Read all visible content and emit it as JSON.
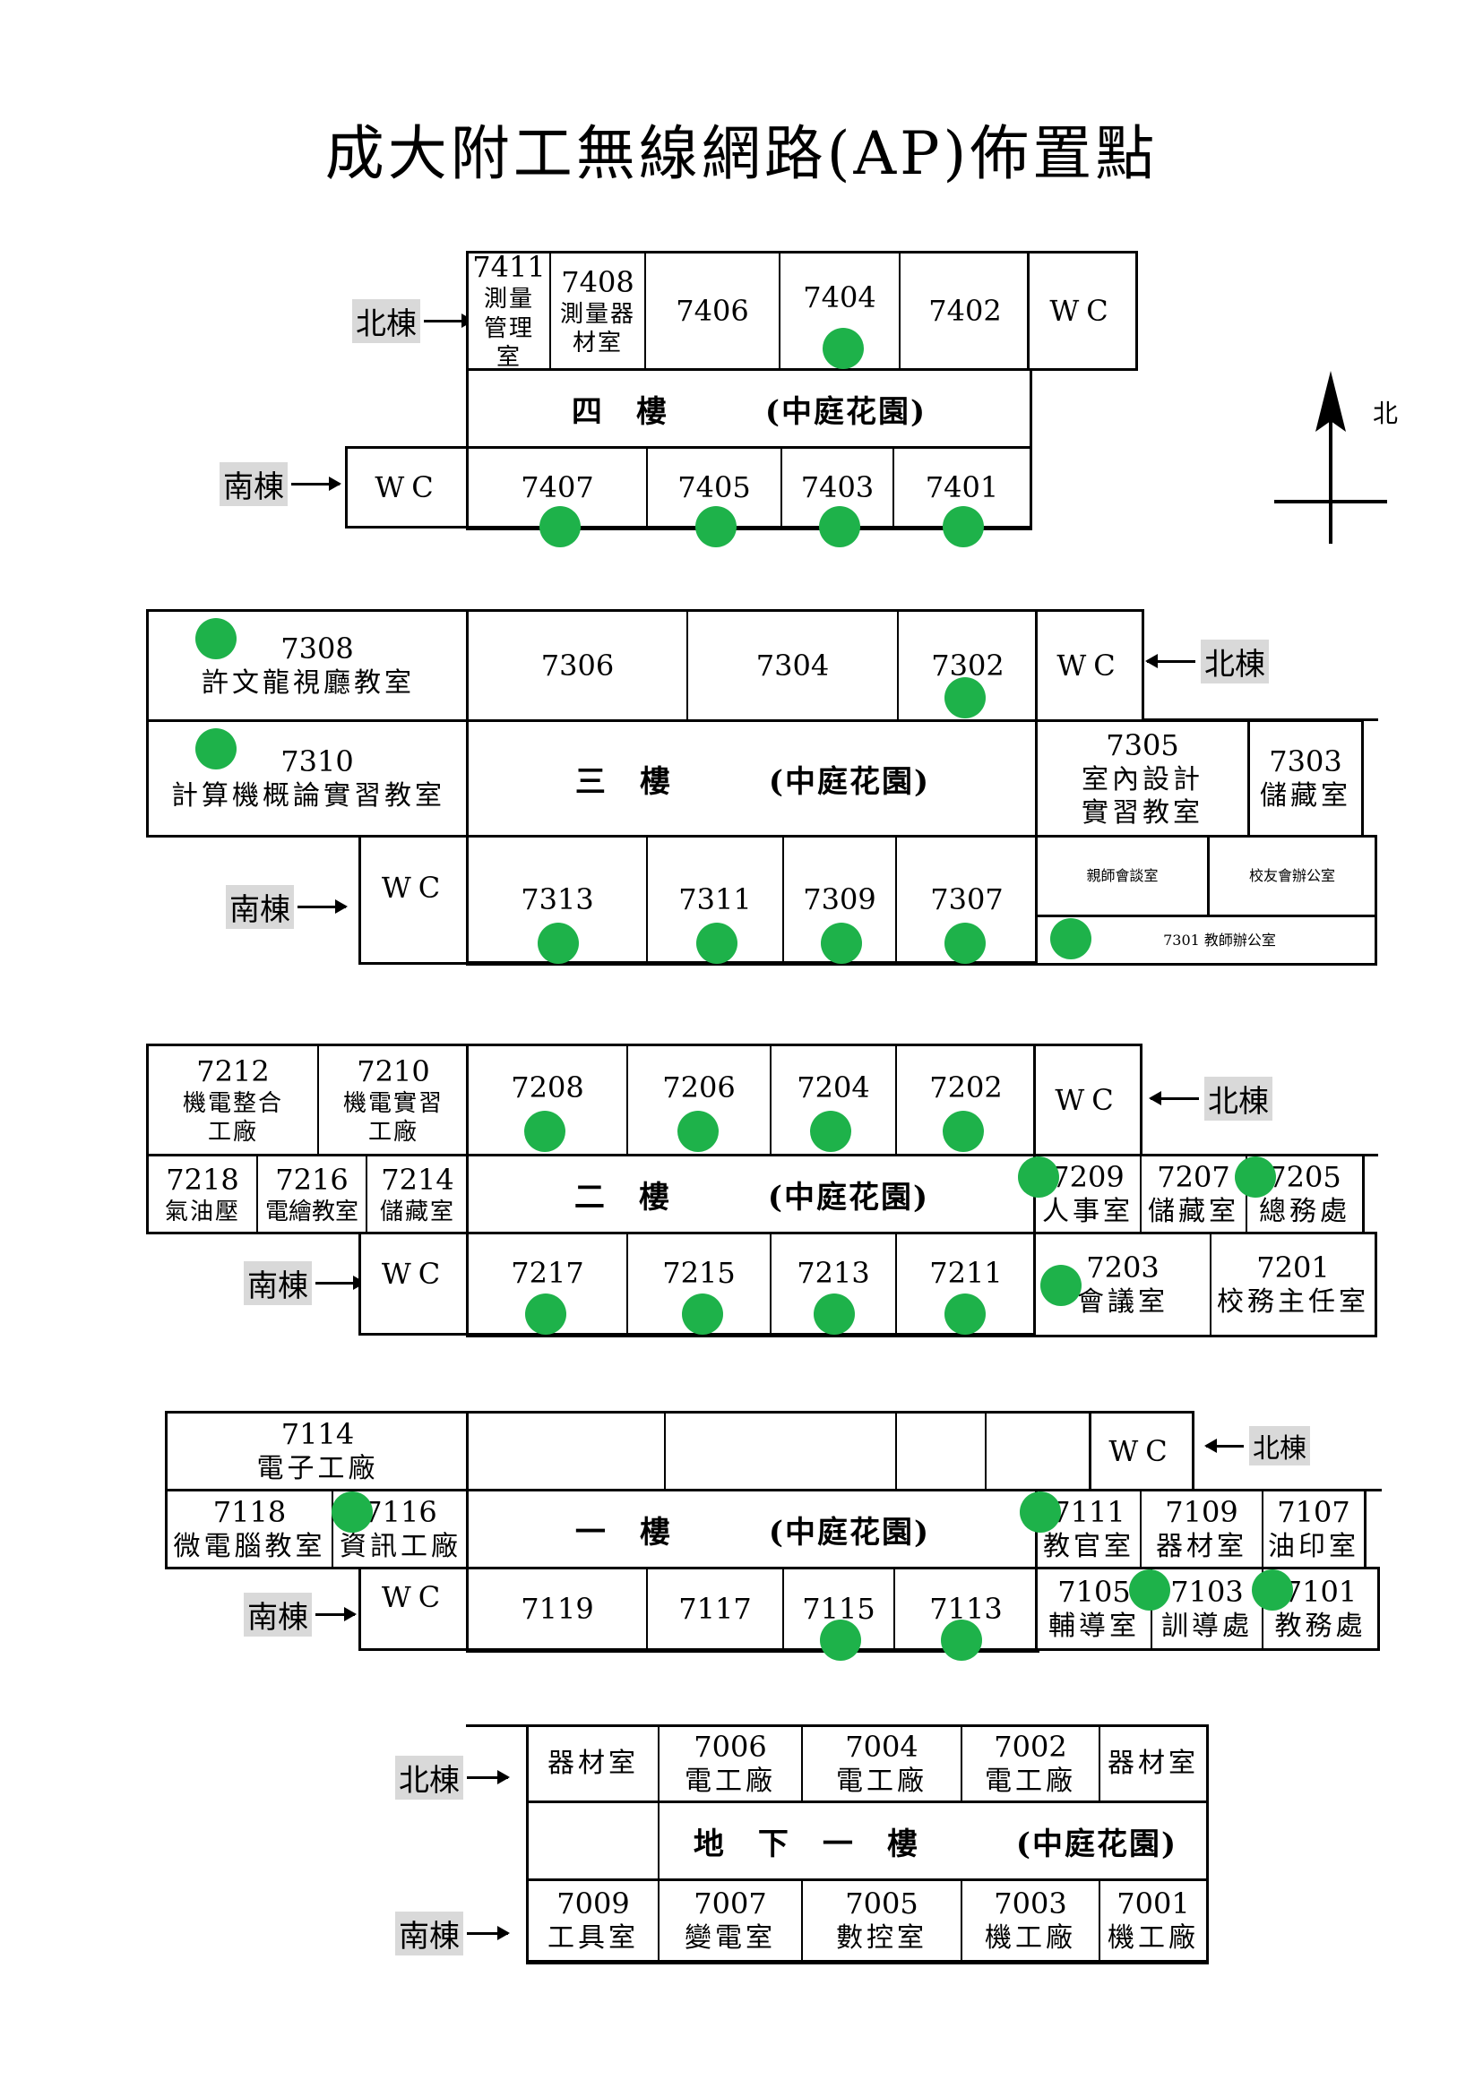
{
  "title": "成大附工無線網路(AP)佈置點",
  "compass": {
    "label": "北"
  },
  "wings": {
    "north": "北棟",
    "south": "南棟"
  },
  "ap_color": "#1eb24a",
  "wc": "WC",
  "floors": {
    "f4": {
      "label": "四　樓　　　(中庭花園)",
      "north": [
        {
          "num": "7411",
          "name": "測量管理室"
        },
        {
          "num": "7408",
          "name": "測量器材室"
        },
        {
          "num": "7406",
          "name": ""
        },
        {
          "num": "7404",
          "name": ""
        },
        {
          "num": "7402",
          "name": ""
        }
      ],
      "south": [
        {
          "num": "7407"
        },
        {
          "num": "7405"
        },
        {
          "num": "7403"
        },
        {
          "num": "7401"
        }
      ]
    },
    "f3": {
      "label": "三　樓　　　(中庭花園)",
      "r7308": {
        "num": "7308",
        "name": "許文龍視廳教室"
      },
      "r7310": {
        "num": "7310",
        "name": "計算機概論實習教室"
      },
      "north": [
        {
          "num": "7306"
        },
        {
          "num": "7304"
        },
        {
          "num": "7302"
        }
      ],
      "south": [
        {
          "num": "7313"
        },
        {
          "num": "7311"
        },
        {
          "num": "7309"
        },
        {
          "num": "7307"
        }
      ],
      "r7305": {
        "num": "7305",
        "name1": "室內設計",
        "name2": "實習教室"
      },
      "r7303": {
        "num": "7303",
        "name": "儲藏室"
      },
      "parent_room": "親師會談室",
      "alumni_office": "校友會辦公室",
      "r7301": "7301 教師辦公室"
    },
    "f2": {
      "label": "二　樓　　　(中庭花園)",
      "r7212": {
        "num": "7212",
        "name1": "機電整合",
        "name2": "工廠"
      },
      "r7210": {
        "num": "7210",
        "name1": "機電實習",
        "name2": "工廠"
      },
      "north": [
        {
          "num": "7208"
        },
        {
          "num": "7206"
        },
        {
          "num": "7204"
        },
        {
          "num": "7202"
        }
      ],
      "mid_left": [
        {
          "num": "7218",
          "name": "氣油壓"
        },
        {
          "num": "7216",
          "name": "電繪教室"
        },
        {
          "num": "7214",
          "name": "儲藏室"
        }
      ],
      "mid_right": [
        {
          "num": "7209",
          "name": "人事室"
        },
        {
          "num": "7207",
          "name": "儲藏室"
        },
        {
          "num": "7205",
          "name": "總務處"
        }
      ],
      "south": [
        {
          "num": "7217"
        },
        {
          "num": "7215"
        },
        {
          "num": "7213"
        },
        {
          "num": "7211"
        }
      ],
      "south_right": [
        {
          "num": "7203",
          "name": "會議室"
        },
        {
          "num": "7201",
          "name": "校務主任室"
        }
      ]
    },
    "f1": {
      "label": "一　樓　　　(中庭花園)",
      "r7114": {
        "num": "7114",
        "name": "電子工廠"
      },
      "mid_left": [
        {
          "num": "7118",
          "name": "微電腦教室"
        },
        {
          "num": "7116",
          "name": "資訊工廠"
        }
      ],
      "mid_right": [
        {
          "num": "7111",
          "name": "教官室"
        },
        {
          "num": "7109",
          "name": "器材室"
        },
        {
          "num": "7107",
          "name": "油印室"
        }
      ],
      "south": [
        {
          "num": "7119"
        },
        {
          "num": "7117"
        },
        {
          "num": "7115"
        },
        {
          "num": "7113"
        }
      ],
      "south_right": [
        {
          "num": "7105",
          "name": "輔導室"
        },
        {
          "num": "7103",
          "name": "訓導處"
        },
        {
          "num": "7101",
          "name": "教務處"
        }
      ]
    },
    "b1": {
      "label": "地　下　一　樓　　　(中庭花園)",
      "north": [
        {
          "num": "",
          "name": "器材室"
        },
        {
          "num": "7006",
          "name": "電工廠"
        },
        {
          "num": "7004",
          "name": "電工廠"
        },
        {
          "num": "7002",
          "name": "電工廠"
        },
        {
          "num": "",
          "name": "器材室"
        }
      ],
      "south": [
        {
          "num": "7009",
          "name": "工具室"
        },
        {
          "num": "7007",
          "name": "變電室"
        },
        {
          "num": "7005",
          "name": "數控室"
        },
        {
          "num": "7003",
          "name": "機工廠"
        },
        {
          "num": "7001",
          "name": "機工廠"
        }
      ]
    }
  }
}
